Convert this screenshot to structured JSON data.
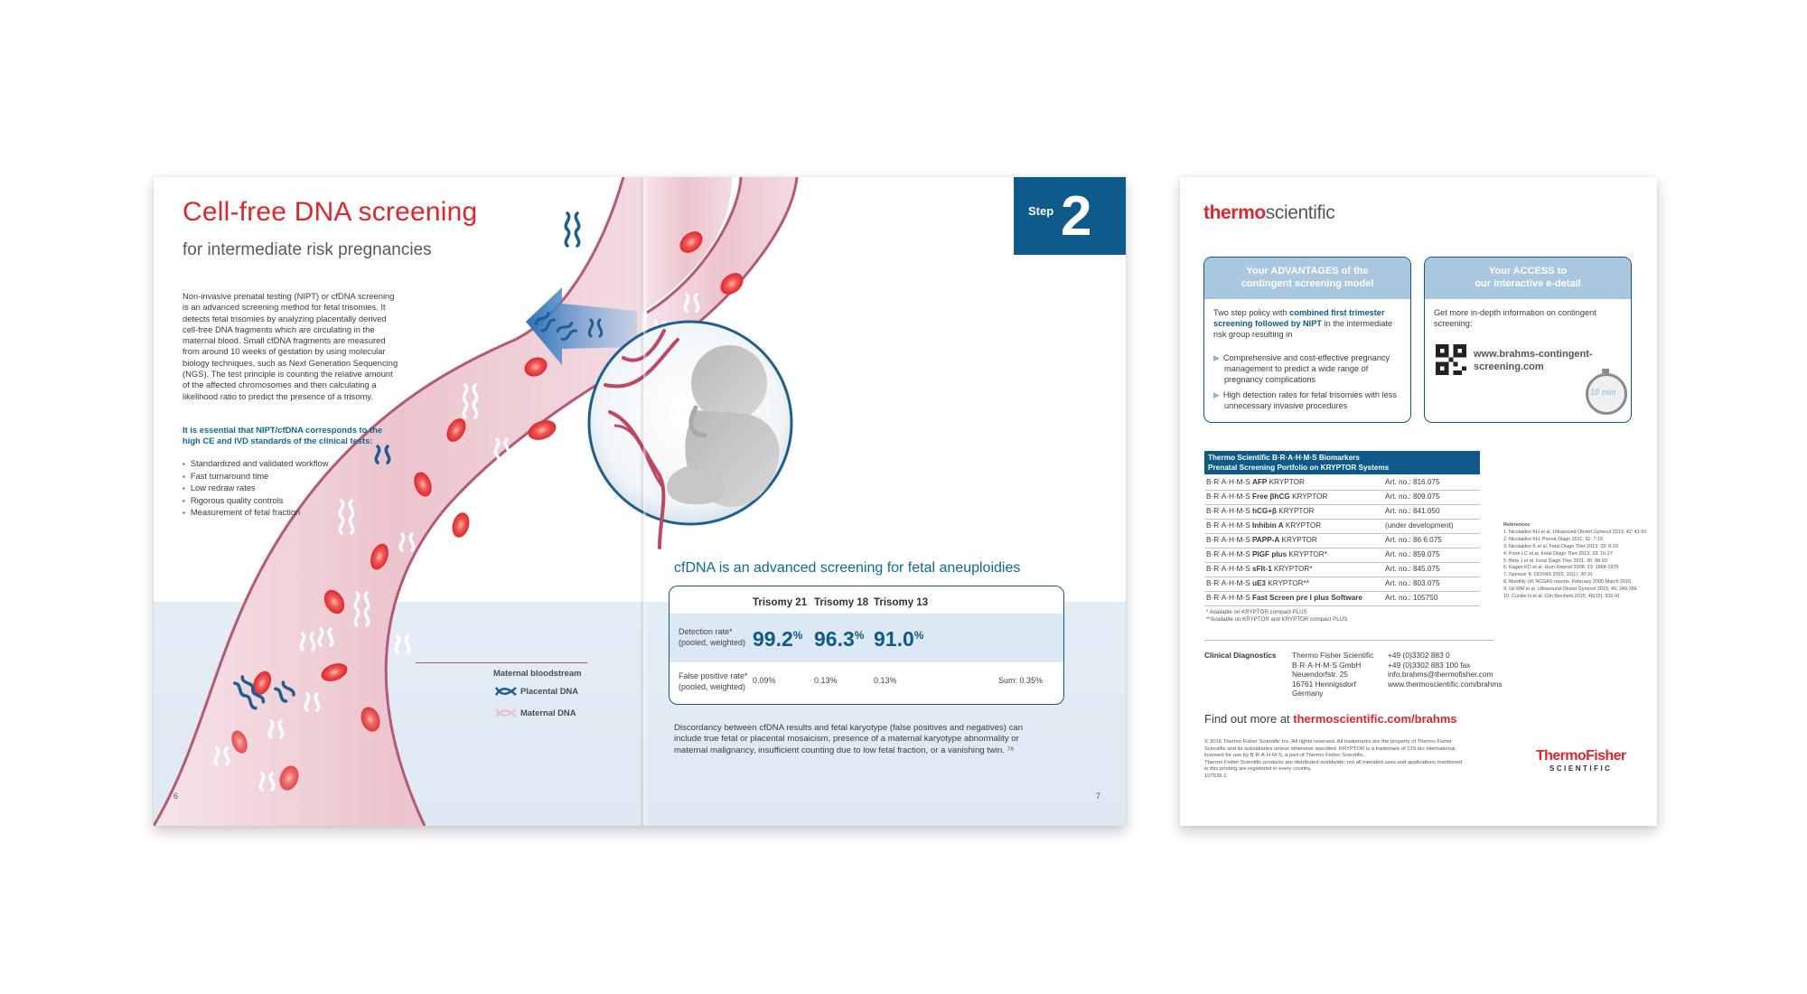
{
  "spread": {
    "title": "Cell-free DNA screening",
    "subtitle": "for intermediate risk pregnancies",
    "intro_lines": [
      "Non-invasive prenatal testing (NIPT) or cfDNA screening",
      "is an advanced screening method for fetal trisomies. It",
      "detects fetal trisomies by analyzing placentally derived",
      "cell-free DNA fragments which are circulating in the",
      "maternal blood. Small cfDNA fragments are measured",
      "from around 10 weeks of gestation by using molecular",
      "biology techniques, such as Next Generation Sequencing",
      "(NGS). The test principle is counting the relative amount",
      "of the affected chromosomes and then calculating a",
      "likelihood ratio to predict the presence of a trisomy."
    ],
    "essential_lines": [
      "It is essential that NIPT/cfDNA corresponds to the",
      "high CE and IVD standards of the clinical tests:"
    ],
    "bullets": [
      "Standardized and validated workflow",
      "Fast turnaround time",
      "Low redraw rates",
      "Rigorous quality controls",
      "Measurement of fetal fraction"
    ],
    "legend": {
      "title": "Maternal bloodstream",
      "placental": "Placental DNA",
      "maternal": "Maternal DNA"
    },
    "step_label": "Step",
    "step_number": "2",
    "cfdna_title": "cfDNA is an advanced screening for fetal aneuploidies",
    "table": {
      "columns": [
        "Trisomy 21",
        "Trisomy 18",
        "Trisomy 13"
      ],
      "detection_label": [
        "Detection rate*",
        "(pooled, weighted)"
      ],
      "detection_values": [
        "99.2",
        "96.3",
        "91.0"
      ],
      "detection_unit": "%",
      "fp_label": [
        "False positive rate*",
        "(pooled, weighted)"
      ],
      "fp_values": [
        "0.09%",
        "0.13%",
        "0.13%"
      ],
      "fp_sum": "Sum: 0.35%"
    },
    "discordance_lines": [
      "Discordancy between cfDNA results and fetal karyotype (false positives and negatives) can",
      "include true fetal or placental mosaicism, presence of a maternal karyotype abnormality or",
      "maternal malignancy, insufficient counting due to low fetal fraction, or a vanishing twin. ⁷⁸"
    ],
    "page_left": "6",
    "page_right": "7"
  },
  "back": {
    "logo_thermo": "thermo",
    "logo_scientific": "scientific",
    "advantages": {
      "title_lines": [
        "Your ADVANTAGES of the",
        "contingent screening model"
      ],
      "intro_pre": "Two step policy with ",
      "intro_bold1": "combined first trimester",
      "intro_bold2": "screening followed by NIPT",
      "intro_post": " in the intermediate",
      "intro_last": "risk group resulting in",
      "point1": [
        "Comprehensive and cost-effective pregnancy",
        "management to predict a wide range of",
        "pregnancy complications"
      ],
      "point2": [
        "High detection rates for fetal trisomies with less",
        "unnecessary invasive procedures"
      ]
    },
    "access": {
      "title_lines": [
        "Your ACCESS to",
        "our interactive e-detail"
      ],
      "intro_lines": [
        "Get more in-depth information on contingent",
        "screening:"
      ],
      "url_lines": [
        "www.brahms-contingent-",
        "screening.com"
      ],
      "timer": "10 min"
    },
    "biomarkers": {
      "heading_lines": [
        "Thermo Scientific B·R·A·H·M·S Biomarkers",
        "Prenatal Screening Portfolio on KRYPTOR Systems"
      ],
      "rows": [
        {
          "pre": "B·R·A·H·M·S ",
          "bold": "AFP",
          "post": " KRYPTOR",
          "art": "Art. no.: 816.075"
        },
        {
          "pre": "B·R·A·H·M·S ",
          "bold": "Free βhCG",
          "post": " KRYPTOR",
          "art": "Art. no.: 809.075"
        },
        {
          "pre": "B·R·A·H·M·S ",
          "bold": "hCG+β",
          "post": " KRYPTOR",
          "art": "Art. no.: 841.050"
        },
        {
          "pre": "B·R·A·H·M·S ",
          "bold": "Inhibin A",
          "post": " KRYPTOR",
          "art": "(under development)"
        },
        {
          "pre": "B·R·A·H·M·S ",
          "bold": "PAPP-A",
          "post": " KRYPTOR",
          "art": "Art. no.: 86 6.075"
        },
        {
          "pre": "B·R·A·H·M·S ",
          "bold": "PlGF plus",
          "post": " KRYPTOR*",
          "art": "Art. no.: 859.075"
        },
        {
          "pre": "B·R·A·H·M·S ",
          "bold": "sFlt-1",
          "post": " KRYPTOR*",
          "art": "Art. no.: 845.075"
        },
        {
          "pre": "B·R·A·H·M·S ",
          "bold": "uE3",
          "post": " KRYPTOR**",
          "art": "Art. no.: 803.075"
        },
        {
          "pre": "B·R·A·H·M·S ",
          "bold": "Fast Screen pre I plus Software",
          "post": "",
          "art": "Art. no.: 105750"
        }
      ],
      "notes": [
        "* Available on KRYPTOR compact PLUS",
        "**Available on KRYPTOR and KRYPTOR compact PLUS"
      ]
    },
    "references": {
      "title": "References",
      "items": [
        "1. Nicolaides KH et al. Ultrasound Obstet Gynecol 2013; 42: 41-50",
        "2. Nicolaides KH. Prenat Diagn 2011; 31: 7-15",
        "3. Nicolaides K et al. Fetal Diagn Ther 2013; 33: 8-15",
        "4. Poon LC et al. Fetal Diagn Ther 2013; 33: 16-27",
        "5. Beta J et al. Fetal Diagn Ther 2011; 30: 88-93",
        "6. Kagan KO et al. Hum Reprod 2008; 23: 1968-1975",
        "7. Spencer K. DDSNS 2003; 10(1): 30-31",
        "8. Monthly UK NCGAS reports, February 2000-March 2016",
        "9. Gil MM et al. Ultrasound Obstet Gynecol 2015; 45: 249-266",
        "10. Cuckle H et al. Clin Biochem 2015; 48(15): 932-41"
      ]
    },
    "contact": {
      "label": "Clinical Diagnostics",
      "address": [
        "Thermo Fisher Scientific",
        "B·R·A·H·M·S GmbH",
        "Neuendorfstr. 25",
        "16761 Hennigsdorf",
        "Germany"
      ],
      "details": [
        "+49 (0)3302 883 0",
        "+49 (0)3302 883 100 fax",
        "info.brahms@thermofisher.com",
        "www.thermoscientific.com/brahms"
      ]
    },
    "find_out_pre": "Find out more at ",
    "find_out_url": "thermoscientific.com/brahms",
    "legal_lines": [
      "© 2016 Thermo Fisher Scientific Inc. All rights reserved. All trademarks are the property of Thermo Fisher",
      "Scientific and its subsidiaries unless otherwise specified. KRYPTOR is a trademark of CIS bio international,",
      "licensed for use by B·R·A·H·M·S, a part of Thermo Fisher Scientific.",
      "Thermo Fisher Scientific products are distributed worldwide; not all intended uses and applications mentioned",
      "in this printing are registered in every country.",
      "107536.1"
    ],
    "brand_top": "ThermoFisher",
    "brand_bottom": "SCIENTIFIC"
  },
  "colors": {
    "accent_red": "#e0262c",
    "brand_blue": "#0e5a8a",
    "teal": "#0d6b8f",
    "light_blue": "#a9c7df"
  }
}
